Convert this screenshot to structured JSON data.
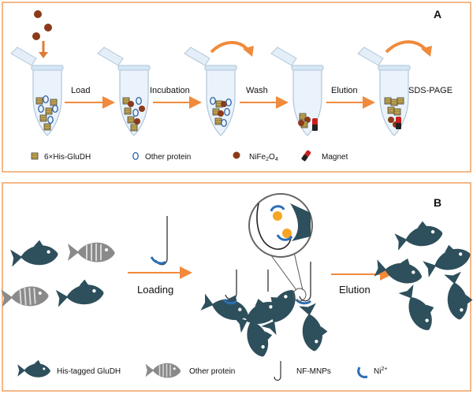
{
  "panel_a": {
    "letter": "A",
    "steps": [
      "Load",
      "Incubation",
      "Wash",
      "Elution",
      "SDS-PAGE"
    ],
    "legend": {
      "his_gludh": "6×His-GluDH",
      "other_protein": "Other protein",
      "nife_main": "NiFe",
      "nife_sub1": "2",
      "nife_mid": "O",
      "nife_sub2": "4",
      "magnet": "Magnet"
    }
  },
  "panel_b": {
    "letter": "B",
    "steps": [
      "Loading",
      "Elution"
    ],
    "legend": {
      "his_tagged": "His-tagged GluDH",
      "other_protein": "Other protein",
      "nf_mnps": "NF-MNPs",
      "ni_main": "Ni",
      "ni_sup": "2+"
    }
  },
  "colors": {
    "frame": "#F0A060",
    "arrow": "#F08A3C",
    "fish_dark": "#2E4F5C",
    "fish_gray": "#8A8A8A",
    "nanoparticle": "#8B3A1A",
    "ni_ion": "#2F6FB5"
  },
  "icons": [
    "tube-icon",
    "arrow-icon",
    "nanoparticle-icon",
    "magnet-icon",
    "fish-icon",
    "hook-icon",
    "magnifier-icon"
  ]
}
